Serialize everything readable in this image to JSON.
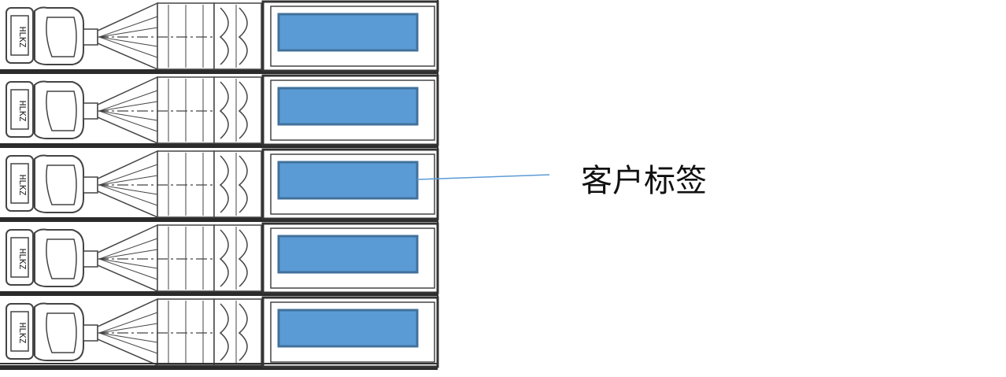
{
  "diagram": {
    "callout_label": "客户标签",
    "unit_count": 5,
    "highlighted_unit": 3,
    "colors": {
      "label_fill": "#5B9BD5",
      "label_stroke": "#41719C",
      "drawing_line": "#444444",
      "callout_line": "#5B9BD5"
    },
    "bottle_marking": "HLKZ"
  }
}
